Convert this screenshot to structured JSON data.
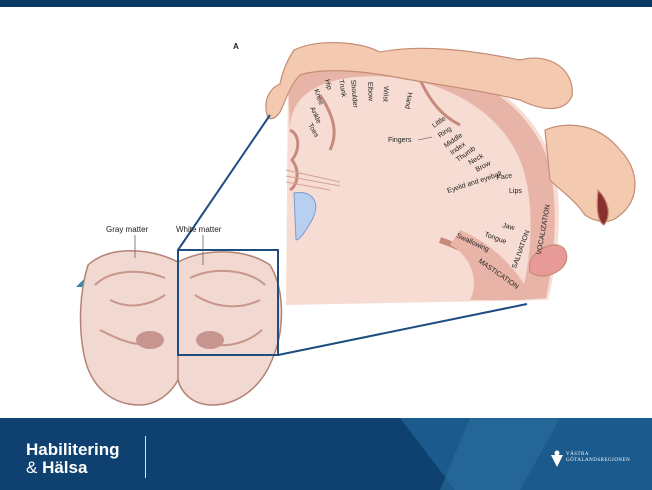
{
  "panel_letter": "A",
  "brand": {
    "line1": "Habilitering",
    "amp": "&",
    "line2": "Hälsa",
    "org_line1": "VÄSTRA",
    "org_line2": "GÖTALANDSREGIONEN"
  },
  "brain_section": {
    "gray_matter": "Gray matter",
    "white_matter": "White matter"
  },
  "homunculus_labels": {
    "toes": "Toes",
    "ankle": "Ankle",
    "knee": "Knee",
    "hip": "Hip",
    "trunk": "Trunk",
    "shoulder": "Shoulder",
    "elbow": "Elbow",
    "wrist": "Wrist",
    "hand": "Hand",
    "fingers": "Fingers",
    "little": "Little",
    "ring": "Ring",
    "middle": "Middle",
    "index": "Index",
    "thumb": "Thumb",
    "neck": "Neck",
    "brow": "Brow",
    "eyelid": "Eyelid and eyeball",
    "face": "Face",
    "lips": "Lips",
    "jaw": "Jaw",
    "tongue": "Tongue",
    "swallowing": "Swallowing",
    "mastication": "MASTICATION",
    "salivation": "SALIVATION",
    "vocalization": "VOCALIZATION"
  },
  "colors": {
    "top_bar": "#0a3a63",
    "footer": "#0e4170",
    "cortex": "#e8b4a8",
    "white_matter": "#f6dcd2",
    "zoom_lines": "#1e4d80"
  }
}
